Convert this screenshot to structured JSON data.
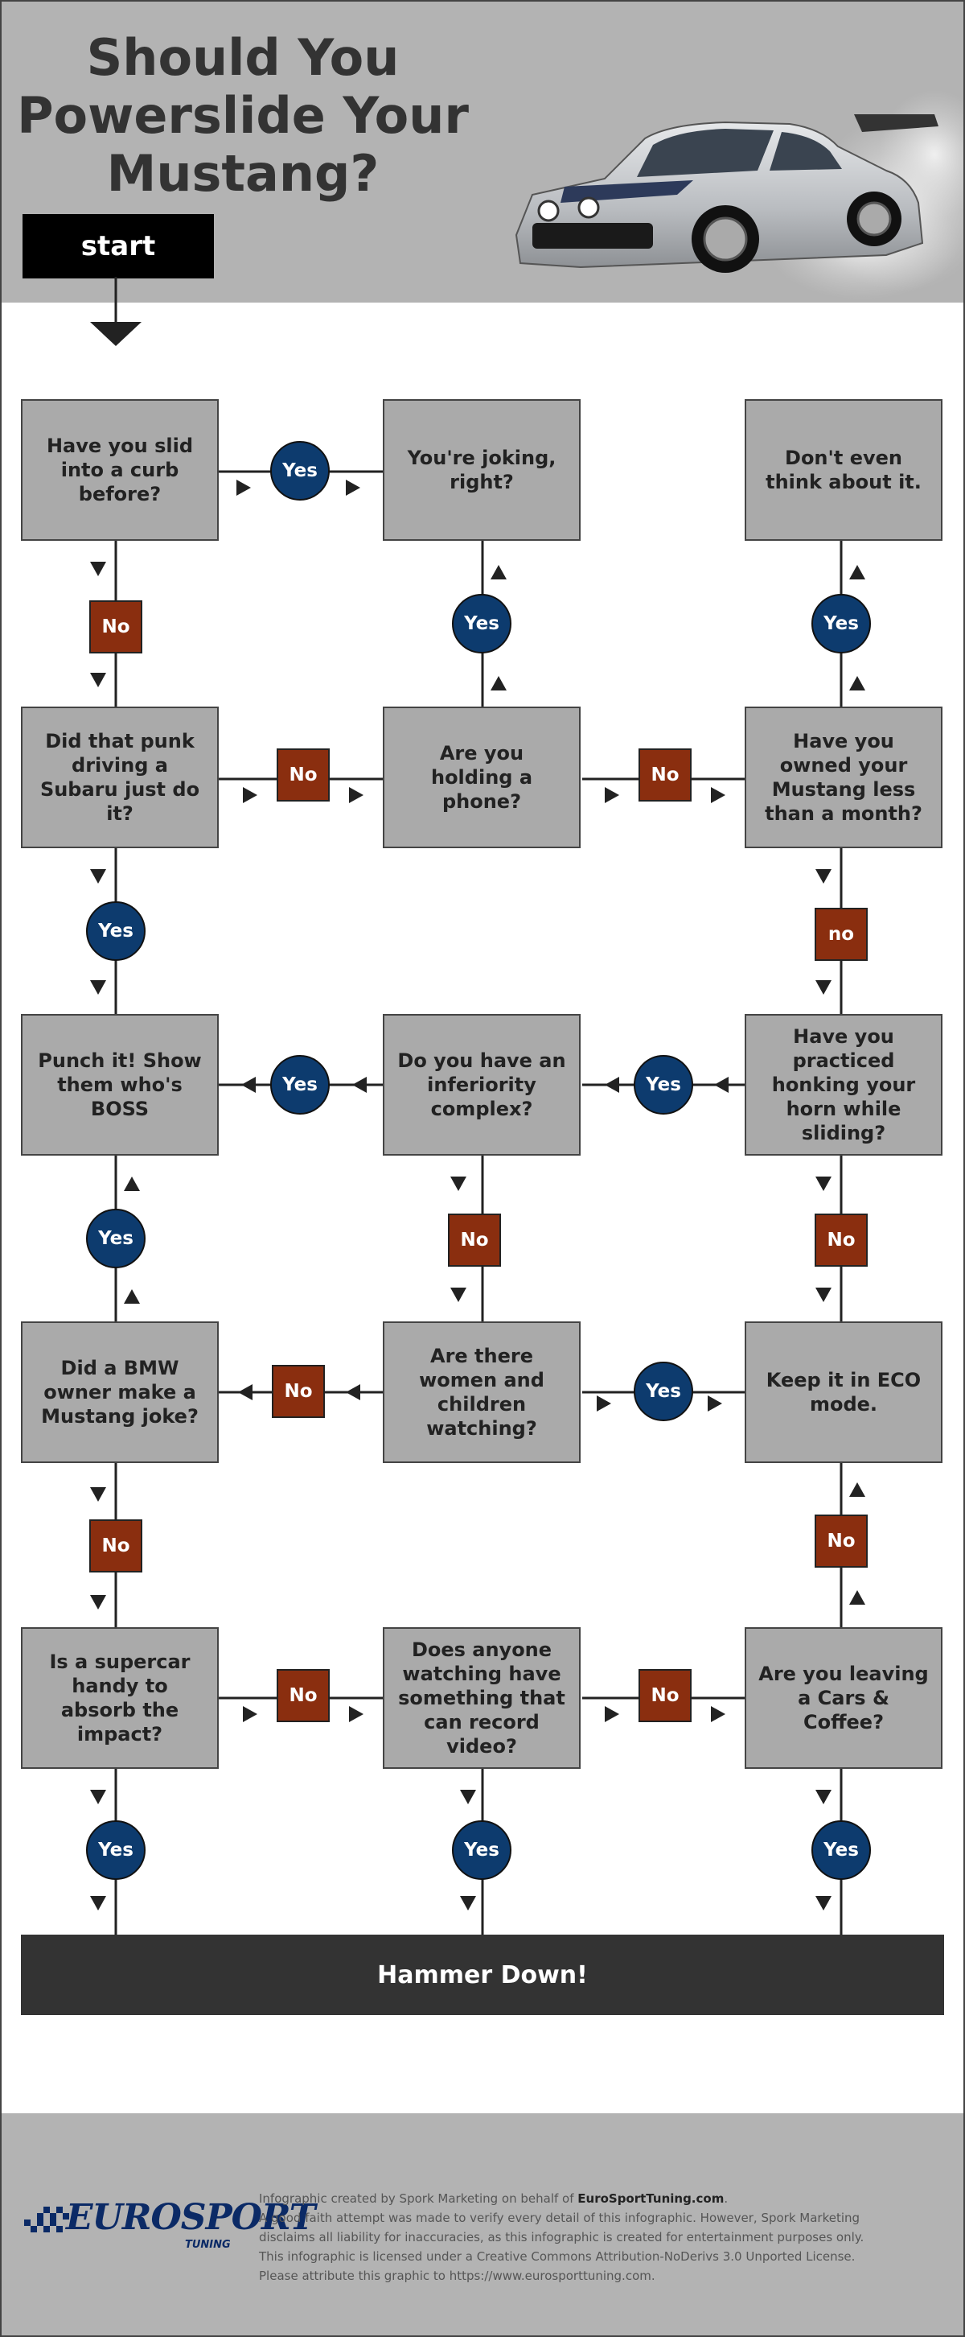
{
  "header": {
    "title_line1": "Should You",
    "title_line2": "Powerslide Your",
    "title_line3": "Mustang?",
    "start_label": "start"
  },
  "boxes": {
    "slid_curb": "Have you slid into a curb before?",
    "joking": "You're joking, right?",
    "dont_think": "Don't even think about it.",
    "subaru": "Did that punk driving a Subaru just do it?",
    "phone": "Are you holding a phone?",
    "owned_month": "Have you owned your Mustang less than a month?",
    "punch_it": "Punch it! Show them who's BOSS",
    "inferiority": "Do you have an inferiority complex?",
    "honking": "Have you practiced honking your horn while sliding?",
    "bmw": "Did a BMW owner make a Mustang joke?",
    "women_children": "Are there women and children watching?",
    "eco": "Keep it in ECO mode.",
    "supercar": "Is a supercar handy to absorb the impact?",
    "record_video": "Does anyone watching have something that can record video?",
    "cars_coffee": "Are you leaving a Cars & Coffee?"
  },
  "labels": {
    "yes": "Yes",
    "no": "No",
    "no_lower": "no"
  },
  "final": "Hammer Down!",
  "footer": {
    "logo_text": "EUROSPORT",
    "logo_sub": "TUNING",
    "line1_prefix": "Infographic created by Spork Marketing on behalf of ",
    "line1_brand": "EuroSportTuning.com",
    "line1_suffix": ".",
    "line2": "A good faith attempt was made to verify every detail of this infographic. However, Spork Marketing",
    "line3": "disclaims all liability for inaccuracies, as this infographic is created for entertainment purposes only.",
    "line4": "This infographic is licensed under a Creative Commons Attribution-NoDerivs 3.0 Unported License.",
    "line5": "Please attribute this graphic to https://www.eurosporttuning.com."
  },
  "colors": {
    "header_bg": "#b3b3b3",
    "box_bg": "#aaaaaa",
    "yes_circle": "#0d3b6e",
    "no_square": "#8a2e0f",
    "final_bar": "#333333"
  }
}
